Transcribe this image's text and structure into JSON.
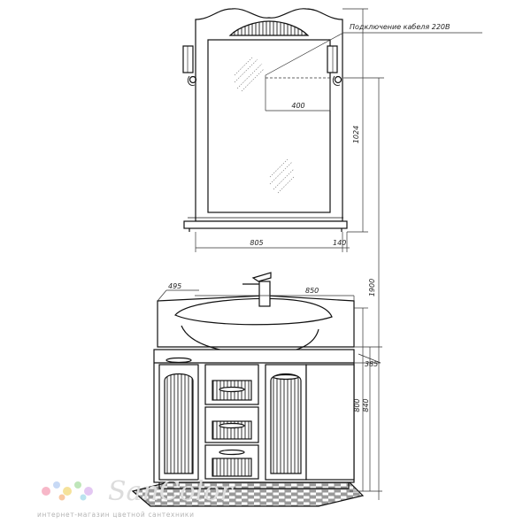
{
  "drawing": {
    "cable_label": "Подключение кабеля 220В",
    "dims": {
      "mirror_height": "1024",
      "mirror_width": "805",
      "shelf_depth": "140",
      "cable_offset": "400",
      "total_height": "1900",
      "cabinet_depth": "495",
      "cabinet_width": "850",
      "inner_depth": "385",
      "cabinet_height_800": "800",
      "cabinet_height_840": "840"
    }
  },
  "watermark": {
    "brand": "SanColor",
    "tagline": "интернет-магазин цветной сантехники",
    "dot_colors": [
      "#f7b7c8",
      "#c7d9f5",
      "#f5e29a",
      "#bfe6b9",
      "#e3c7f2",
      "#f9c9a3",
      "#b9e3ef"
    ]
  }
}
